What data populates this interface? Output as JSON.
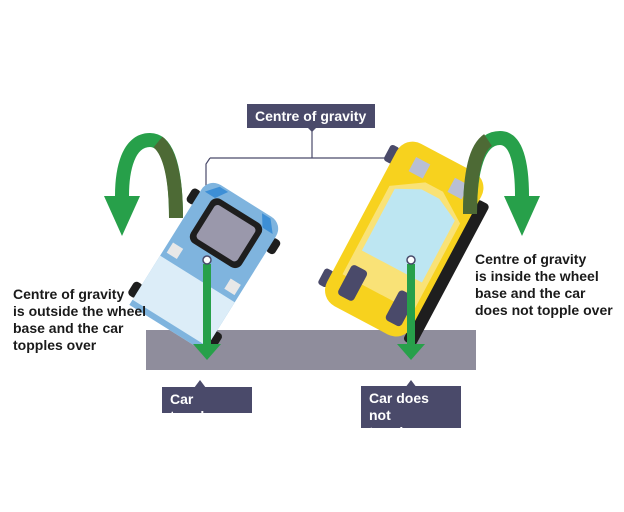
{
  "diagram": {
    "top_label": "Centre of gravity",
    "left_caption": "Centre of gravity\nis outside the wheel\nbase and the car\ntopples over",
    "right_caption": "Centre of gravity\nis inside the wheel\nbase and the car\ndoes not topple over",
    "left_result": "Car topples",
    "right_result": "Car does not\ntopple over"
  },
  "colors": {
    "label_bg": "#4a4a6a",
    "ground": "#8f8d9c",
    "arrow_green": "#27a04a",
    "arrow_dark": "#4d6a35",
    "blue_car": "#7fb4de",
    "yellow_car": "#f7d21e"
  }
}
